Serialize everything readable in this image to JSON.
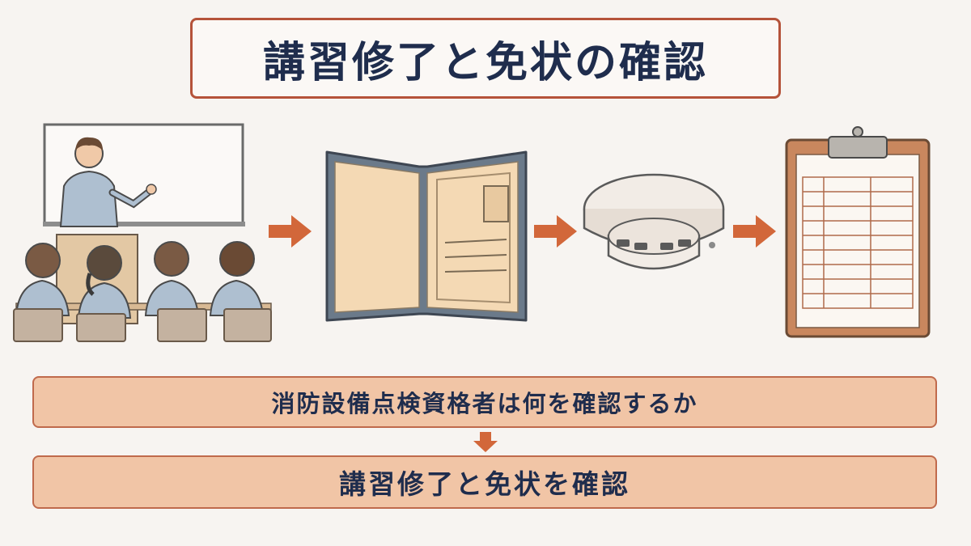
{
  "title": "講習修了と免状の確認",
  "question": "消防設備点検資格者は何を確認するか",
  "answer": "講習修了と免状を確認",
  "flow_steps": [
    {
      "icon": "classroom-lecture-icon"
    },
    {
      "icon": "license-booklet-icon"
    },
    {
      "icon": "smoke-detector-icon"
    },
    {
      "icon": "clipboard-checklist-icon"
    }
  ],
  "colors": {
    "accent": "#d2673a",
    "title_border": "#b5533a",
    "bar_fill": "#f1c5a6",
    "text": "#1f2d4d",
    "background": "#f7f4f1"
  }
}
